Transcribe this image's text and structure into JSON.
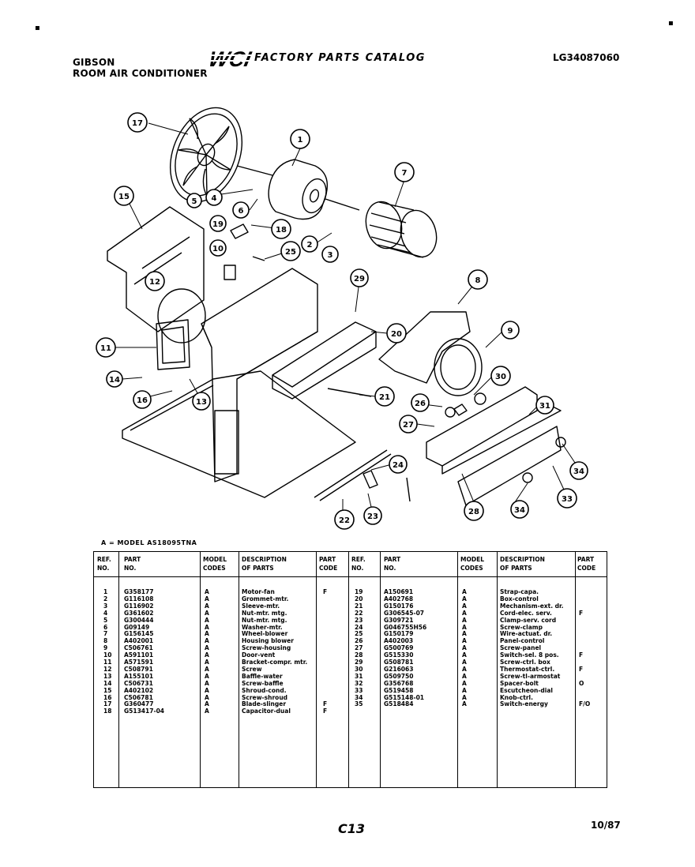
{
  "header": {
    "brand": "GIBSON",
    "product": "ROOM AIR CONDITIONER",
    "logo": "WCI",
    "catalog_title": "FACTORY PARTS CATALOG",
    "model_number": "LG34087060"
  },
  "diagram": {
    "callouts": [
      "17",
      "1",
      "7",
      "15",
      "5",
      "4",
      "6",
      "19",
      "18",
      "2",
      "3",
      "10",
      "25",
      "12",
      "29",
      "8",
      "20",
      "9",
      "11",
      "14",
      "16",
      "13",
      "21",
      "30",
      "26",
      "31",
      "27",
      "24",
      "34",
      "22",
      "23",
      "28",
      "33"
    ]
  },
  "legend": "A  =  MODEL AS18095TNA",
  "table_headers": {
    "ref": "REF.\nNO.",
    "part": "PART\nNO.",
    "model": "MODEL\nCODES",
    "desc": "DESCRIPTION\nOF PARTS",
    "code": "PART\nCODE"
  },
  "left_rows": [
    {
      "ref": "1",
      "part": "G358177",
      "model": "A",
      "desc": "Motor-fan",
      "code": "F"
    },
    {
      "ref": "2",
      "part": "G116108",
      "model": "A",
      "desc": "Grommet-mtr.",
      "code": ""
    },
    {
      "ref": "3",
      "part": "G116902",
      "model": "A",
      "desc": "Sleeve-mtr.",
      "code": ""
    },
    {
      "ref": "4",
      "part": "G361602",
      "model": "A",
      "desc": "Nut-mtr. mtg.",
      "code": ""
    },
    {
      "ref": "5",
      "part": "G300444",
      "model": "A",
      "desc": "Nut-mtr. mtg.",
      "code": ""
    },
    {
      "ref": "6",
      "part": "G09149",
      "model": "A",
      "desc": "Washer-mtr.",
      "code": ""
    },
    {
      "ref": "7",
      "part": "G156145",
      "model": "A",
      "desc": "Wheel-blower",
      "code": ""
    },
    {
      "ref": "8",
      "part": "A402001",
      "model": "A",
      "desc": "Housing blower",
      "code": ""
    },
    {
      "ref": "9",
      "part": "C506761",
      "model": "A",
      "desc": "Screw-housing",
      "code": ""
    },
    {
      "ref": "10",
      "part": "A591101",
      "model": "A",
      "desc": "Door-vent",
      "code": ""
    },
    {
      "ref": "11",
      "part": "A571591",
      "model": "A",
      "desc": "Bracket-compr. mtr.",
      "code": ""
    },
    {
      "ref": "12",
      "part": "C508791",
      "model": "A",
      "desc": "Screw",
      "code": ""
    },
    {
      "ref": "13",
      "part": "A155101",
      "model": "A",
      "desc": "Baffle-water",
      "code": ""
    },
    {
      "ref": "14",
      "part": "C506731",
      "model": "A",
      "desc": "Screw-baffle",
      "code": ""
    },
    {
      "ref": "15",
      "part": "A402102",
      "model": "A",
      "desc": "Shroud-cond.",
      "code": ""
    },
    {
      "ref": "16",
      "part": "C506781",
      "model": "A",
      "desc": "Screw-shroud",
      "code": ""
    },
    {
      "ref": "17",
      "part": "G360477",
      "model": "A",
      "desc": "Blade-slinger",
      "code": "F"
    },
    {
      "ref": "18",
      "part": "G513417-04",
      "model": "A",
      "desc": "Capacitor-dual",
      "code": "F"
    }
  ],
  "right_rows": [
    {
      "ref": "19",
      "part": "A150691",
      "model": "A",
      "desc": "Strap-capa.",
      "code": ""
    },
    {
      "ref": "20",
      "part": "A402768",
      "model": "A",
      "desc": "Box-control",
      "code": ""
    },
    {
      "ref": "21",
      "part": "G150176",
      "model": "A",
      "desc": "Mechanism-ext. dr.",
      "code": ""
    },
    {
      "ref": "22",
      "part": "G306545-07",
      "model": "A",
      "desc": "Cord-elec. serv.",
      "code": "F"
    },
    {
      "ref": "23",
      "part": "G309721",
      "model": "A",
      "desc": "Clamp-serv. cord",
      "code": ""
    },
    {
      "ref": "24",
      "part": "G046755H56",
      "model": "A",
      "desc": "Screw-clamp",
      "code": ""
    },
    {
      "ref": "25",
      "part": "G150179",
      "model": "A",
      "desc": "Wire-actuat. dr.",
      "code": ""
    },
    {
      "ref": "26",
      "part": "A402003",
      "model": "A",
      "desc": "Panel-control",
      "code": ""
    },
    {
      "ref": "27",
      "part": "G500769",
      "model": "A",
      "desc": "Screw-panel",
      "code": ""
    },
    {
      "ref": "28",
      "part": "G515330",
      "model": "A",
      "desc": "Switch-sel. 8 pos.",
      "code": "F"
    },
    {
      "ref": "29",
      "part": "G508781",
      "model": "A",
      "desc": "Screw-ctrl. box",
      "code": ""
    },
    {
      "ref": "30",
      "part": "G216063",
      "model": "A",
      "desc": "Thermostat-ctrl.",
      "code": "F"
    },
    {
      "ref": "31",
      "part": "G509750",
      "model": "A",
      "desc": "Screw-tl-armostat",
      "code": ""
    },
    {
      "ref": "32",
      "part": "G356768",
      "model": "A",
      "desc": "Spacer-bolt",
      "code": "O"
    },
    {
      "ref": "33",
      "part": "G519458",
      "model": "A",
      "desc": "Escutcheon-dial",
      "code": ""
    },
    {
      "ref": "34",
      "part": "G515148-01",
      "model": "A",
      "desc": "Knob-ctrl.",
      "code": ""
    },
    {
      "ref": "35",
      "part": "G518484",
      "model": "A",
      "desc": "Switch-energy",
      "code": "F/O"
    }
  ],
  "footer": {
    "page_number": "C13",
    "date": "10/87"
  }
}
